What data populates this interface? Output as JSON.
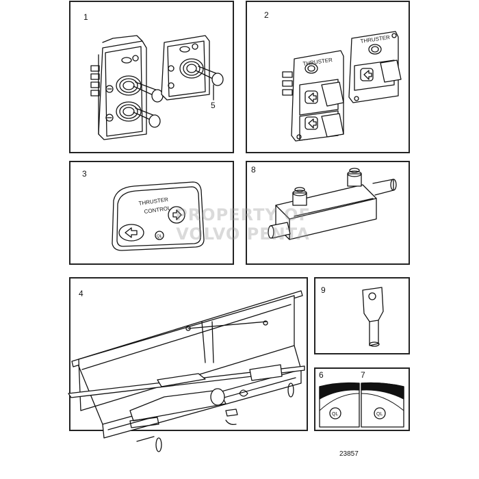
{
  "panels": [
    {
      "num": "1",
      "callouts": [
        "5"
      ]
    },
    {
      "num": "2",
      "label_left": "THRUSTER",
      "label_right": "THRUSTER"
    },
    {
      "num": "3",
      "label_line1": "THRUSTER",
      "label_line2": "CONTROL"
    },
    {
      "num": "8"
    },
    {
      "num": "4"
    },
    {
      "num": "9"
    },
    {
      "num": "6"
    },
    {
      "num": "7"
    }
  ],
  "watermark": {
    "line1": "PROPERTY OF",
    "line2": "VOLVO PENTA"
  },
  "figure_id": "23857",
  "logo_text": "QL"
}
